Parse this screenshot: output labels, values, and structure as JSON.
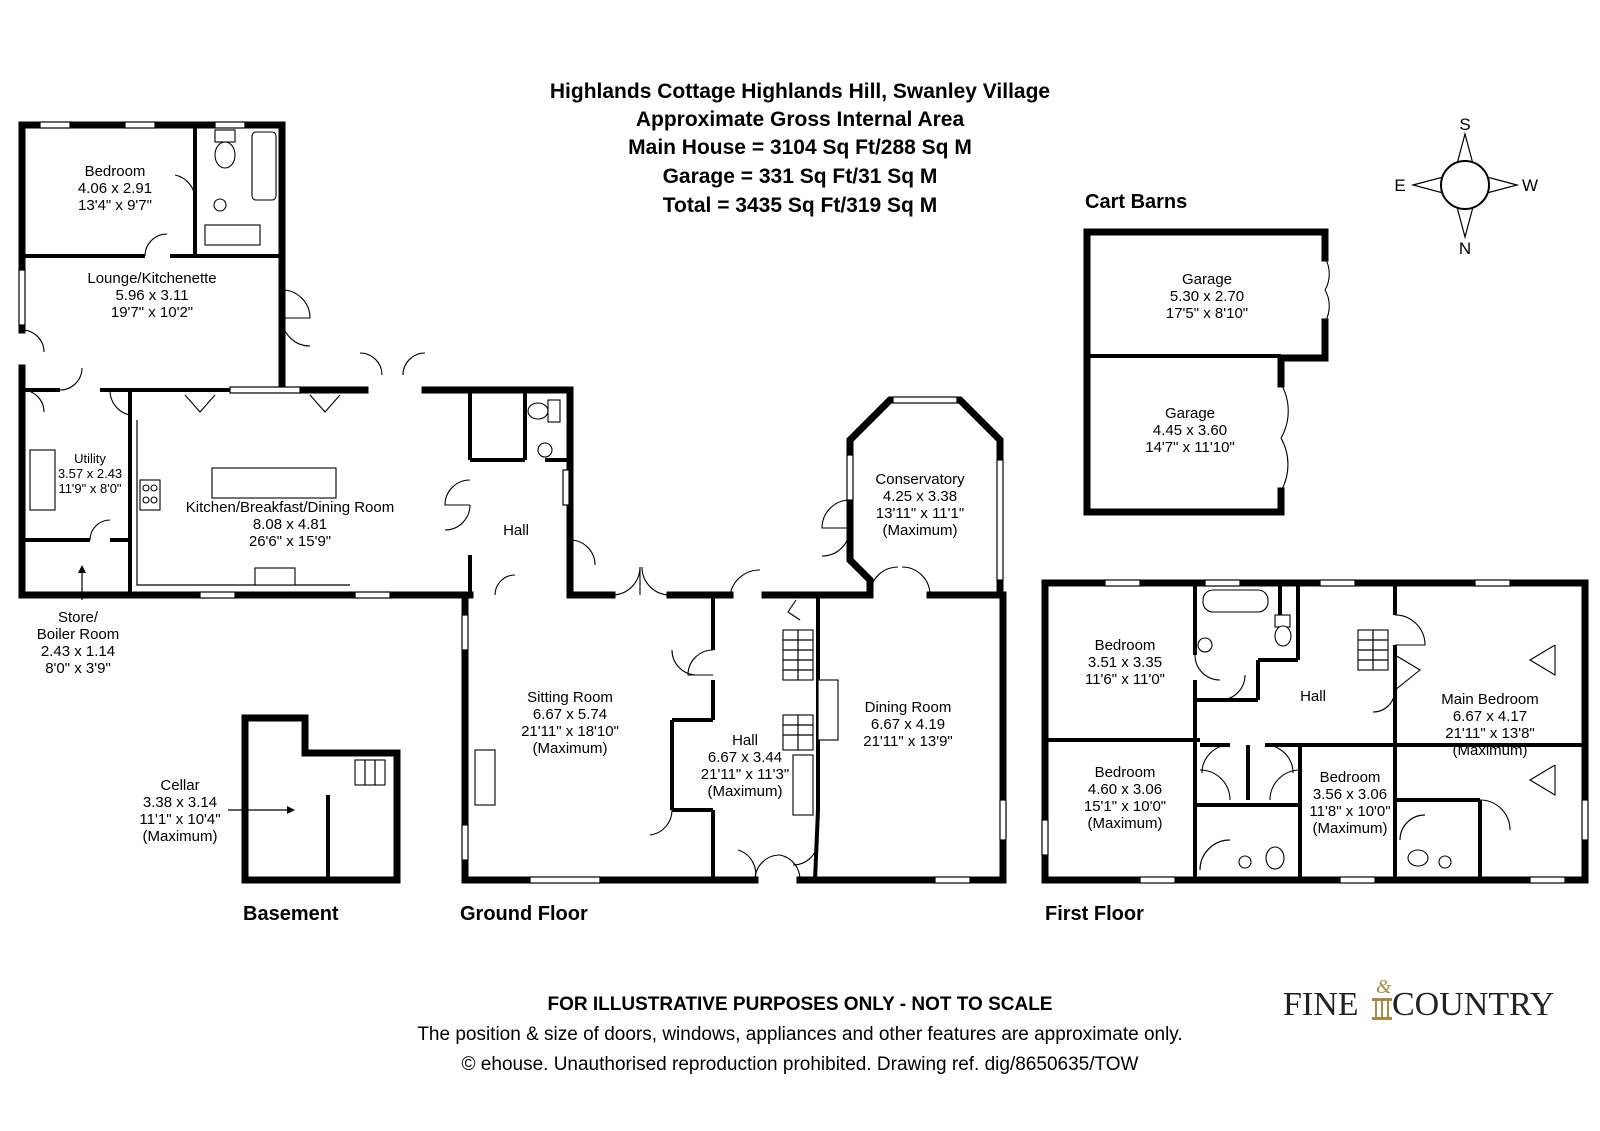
{
  "header": {
    "line1": "Highlands Cottage Highlands Hill, Swanley Village",
    "line2": "Approximate Gross Internal Area",
    "line3": "Main House = 3104 Sq Ft/288 Sq M",
    "line4": "Garage = 331 Sq Ft/31 Sq M",
    "line5": "Total = 3435 Sq Ft/319 Sq M"
  },
  "compass": {
    "s": "S",
    "e": "E",
    "w": "W",
    "n": "N"
  },
  "floors": {
    "basement": "Basement",
    "ground": "Ground Floor",
    "first": "First Floor",
    "cart": "Cart Barns"
  },
  "rooms": {
    "annex_bedroom": {
      "name": "Bedroom",
      "metric": "4.06 x 2.91",
      "imperial": "13'4\" x 9'7\""
    },
    "lounge": {
      "name": "Lounge/Kitchenette",
      "metric": "5.96 x 3.11",
      "imperial": "19'7\" x 10'2\""
    },
    "utility": {
      "name": "Utility",
      "metric": "3.57 x 2.43",
      "imperial": "11'9\" x 8'0\""
    },
    "kitchen": {
      "name": "Kitchen/Breakfast/Dining Room",
      "metric": "8.08 x 4.81",
      "imperial": "26'6\" x 15'9\""
    },
    "store": {
      "name1": "Store/",
      "name2": "Boiler Room",
      "metric": "2.43 x 1.14",
      "imperial": "8'0\" x 3'9\""
    },
    "hall_small": {
      "name": "Hall"
    },
    "conservatory": {
      "name": "Conservatory",
      "metric": "4.25 x 3.38",
      "imperial": "13'11\" x 11'1\"",
      "note": "(Maximum)"
    },
    "sitting": {
      "name": "Sitting Room",
      "metric": "6.67 x 5.74",
      "imperial": "21'11\" x 18'10\"",
      "note": "(Maximum)"
    },
    "hall_main": {
      "name": "Hall",
      "metric": "6.67 x 3.44",
      "imperial": "21'11\" x 11'3\"",
      "note": "(Maximum)"
    },
    "dining": {
      "name": "Dining Room",
      "metric": "6.67 x 4.19",
      "imperial": "21'11\" x 13'9\""
    },
    "cellar": {
      "name": "Cellar",
      "metric": "3.38 x 3.14",
      "imperial": "11'1\" x 10'4\"",
      "note": "(Maximum)"
    },
    "garage1": {
      "name": "Garage",
      "metric": "5.30 x 2.70",
      "imperial": "17'5\" x 8'10\""
    },
    "garage2": {
      "name": "Garage",
      "metric": "4.45 x 3.60",
      "imperial": "14'7\" x 11'10\""
    },
    "ff_bed1": {
      "name": "Bedroom",
      "metric": "3.51 x 3.35",
      "imperial": "11'6\" x 11'0\""
    },
    "ff_hall": {
      "name": "Hall"
    },
    "ff_main": {
      "name": "Main Bedroom",
      "metric": "6.67 x 4.17",
      "imperial": "21'11\" x 13'8\"",
      "note": "(Maximum)"
    },
    "ff_bed2": {
      "name": "Bedroom",
      "metric": "4.60 x 3.06",
      "imperial": "15'1\" x 10'0\"",
      "note": "(Maximum)"
    },
    "ff_bed3": {
      "name": "Bedroom",
      "metric": "3.56 x 3.06",
      "imperial": "11'8\" x 10'0\"",
      "note": "(Maximum)"
    }
  },
  "footer": {
    "line1": "FOR ILLUSTRATIVE PURPOSES ONLY - NOT TO SCALE",
    "line2": "The position & size of doors, windows, appliances and other features are approximate only.",
    "line3": "© ehouse. Unauthorised reproduction prohibited. Drawing ref. dig/8650635/TOW"
  },
  "logo": {
    "left": "FINE",
    "amp": "&",
    "right": "COUNTRY",
    "accent": "#a88a45"
  }
}
